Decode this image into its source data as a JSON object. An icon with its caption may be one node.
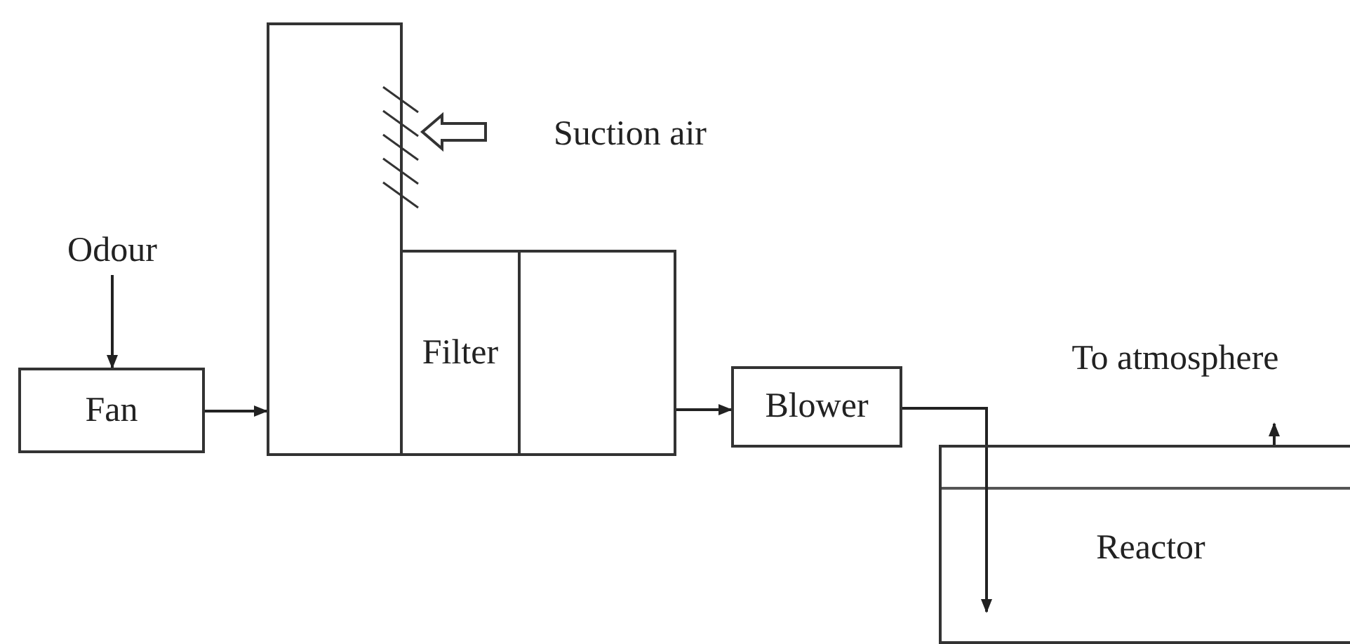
{
  "diagram": {
    "nodes": [
      {
        "text": [
          "Odour"
        ]
      },
      {
        "text": [
          "Fan"
        ]
      },
      {
        "text": [],
        "shape": "box"
      },
      {
        "text": [
          "Filter"
        ]
      },
      {
        "text": [],
        "shape": "box"
      },
      {
        "text": [
          "Suction air"
        ]
      },
      {
        "text": [
          "Blower"
        ]
      },
      {
        "text": [
          "Reactor"
        ]
      },
      {
        "text": [
          "To atmosphere"
        ]
      }
    ],
    "edges": [
      {
        "from": 0,
        "to": 1,
        "arrow": "to"
      },
      {
        "from": 1,
        "to": 2,
        "arrow": "to"
      },
      {
        "from": 5,
        "to": 2,
        "arrow": "to",
        "style": "thick"
      },
      {
        "from": 4,
        "to": 6,
        "arrow": "to"
      },
      {
        "from": 6,
        "to": 7,
        "arrow": "to"
      },
      {
        "from": 7,
        "to": 8,
        "arrow": "to"
      }
    ]
  }
}
